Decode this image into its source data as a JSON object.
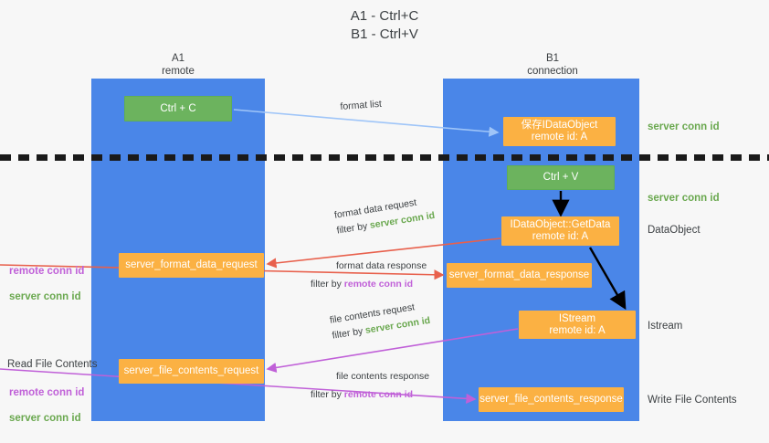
{
  "title": "A1 - Ctrl+C\nB1 - Ctrl+V",
  "lanes": {
    "left": {
      "name": "A1",
      "role": "remote",
      "header": "A1\nremote",
      "color": "#4a86e8"
    },
    "right": {
      "name": "B1",
      "role": "connection",
      "header": "B1\nconnection",
      "color": "#4a86e8"
    }
  },
  "colors": {
    "lane": "#4a86e8",
    "green_box": "#6cb35e",
    "orange_box": "#fbb143",
    "server_conn_id": "#6aa84f",
    "remote_conn_id": "#c060d8",
    "arrow_blue": "#9fc5f8",
    "arrow_red": "#e8604c",
    "arrow_magenta": "#c060d8",
    "arrow_black": "#000000",
    "background": "#f7f7f7"
  },
  "boxes": {
    "ctrl_c": "Ctrl + C",
    "ctrl_v": "Ctrl + V",
    "idataobject": "保存IDataObject\nremote id: A",
    "getdata": "IDataObject::GetData\nremote id: A",
    "istream": "IStream\nremote id: A",
    "server_format_data_request": "server_format_data_request",
    "server_format_data_response": "server_format_data_response",
    "server_file_contents_request": "server_file_contents_request",
    "server_file_contents_response": "server_file_contents_response"
  },
  "edges": {
    "format_list": "format list",
    "format_data_request": {
      "line1": "format data request",
      "filter_prefix": "filter by ",
      "filter_key": "server conn id"
    },
    "format_data_response": {
      "line1": "format data response",
      "filter_prefix": "filter by ",
      "filter_key": "remote conn id"
    },
    "file_contents_request": {
      "line1": "file contents request",
      "filter_prefix": "filter by ",
      "filter_key": "server conn id"
    },
    "file_contents_response": {
      "line1": "file contents response",
      "filter_prefix": "filter by ",
      "filter_key": "remote conn id"
    }
  },
  "right_annotations": {
    "server_conn_id_top": "server conn id",
    "server_conn_id_mid": "server conn id",
    "dataobject": "DataObject",
    "istream": "Istream",
    "write_file_contents": "Write File Contents"
  },
  "left_annotations": {
    "remote_conn_id_top": "remote conn id",
    "server_conn_id_top": "server conn id",
    "read_file_contents": "Read File Contents",
    "remote_conn_id_bottom": "remote conn id",
    "server_conn_id_bottom": "server conn id"
  }
}
